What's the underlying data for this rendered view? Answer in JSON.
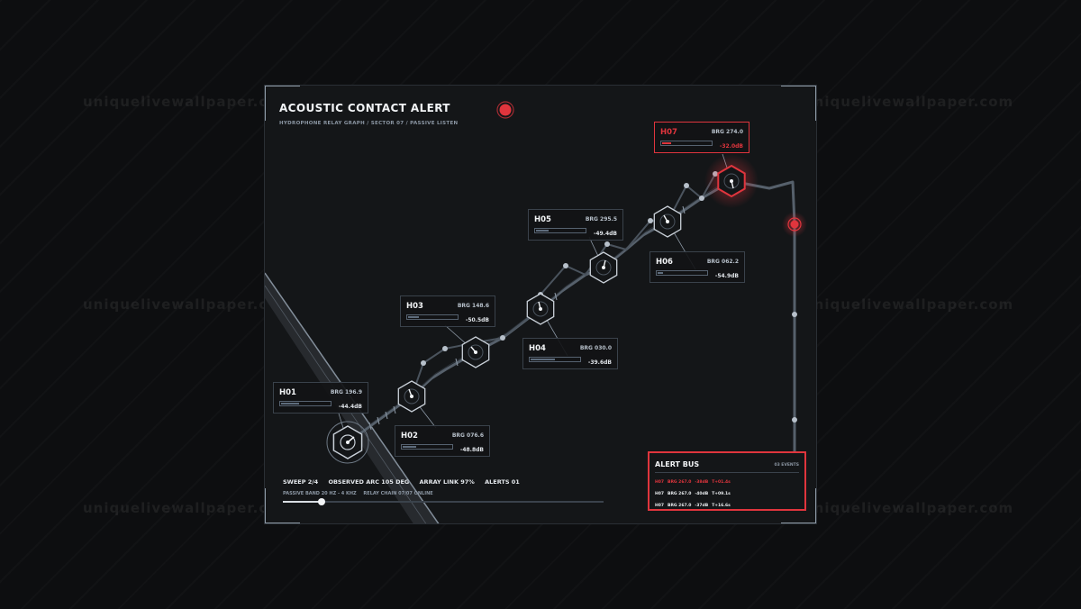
{
  "watermark": "uniquelivewallpaper.com",
  "header": {
    "title": "ACOUSTIC CONTACT ALERT",
    "subtitle": "HYDROPHONE RELAY GRAPH / SECTOR 07 / PASSIVE LISTEN"
  },
  "nodes": [
    {
      "id": "H01",
      "brg": "BRG 196.9",
      "db": "-44.4dB",
      "level": 0.4,
      "alert": false
    },
    {
      "id": "H02",
      "brg": "BRG 076.6",
      "db": "-48.8dB",
      "level": 0.3,
      "alert": false
    },
    {
      "id": "H03",
      "brg": "BRG 148.6",
      "db": "-50.5dB",
      "level": 0.25,
      "alert": false
    },
    {
      "id": "H04",
      "brg": "BRG 030.0",
      "db": "-39.6dB",
      "level": 0.52,
      "alert": false
    },
    {
      "id": "H05",
      "brg": "BRG 295.5",
      "db": "-49.4dB",
      "level": 0.28,
      "alert": false
    },
    {
      "id": "H06",
      "brg": "BRG 062.2",
      "db": "-54.9dB",
      "level": 0.15,
      "alert": false
    },
    {
      "id": "H07",
      "brg": "BRG 274.0",
      "db": "-32.0dB",
      "level": 0.22,
      "alert": true
    }
  ],
  "footer": {
    "stats": [
      "SWEEP 2/4",
      "OBSERVED ARC 105 DEG",
      "ARRAY LINK 97%",
      "ALERTS 01"
    ],
    "sub": [
      "PASSIVE BAND 20 HZ - 4 KHZ",
      "RELAY CHAIN 07/07 ONLINE"
    ],
    "sweep_progress": 0.12
  },
  "alert_bus": {
    "title": "ALERT BUS",
    "count": "03 EVENTS",
    "rows": [
      {
        "node": "H07",
        "brg": "BRG 267.0",
        "db": "-38dB",
        "t": "T+01.4s",
        "alert": true
      },
      {
        "node": "H07",
        "brg": "BRG 267.0",
        "db": "-40dB",
        "t": "T+09.1s",
        "alert": false
      },
      {
        "node": "H07",
        "brg": "BRG 267.0",
        "db": "-37dB",
        "t": "T+16.6s",
        "alert": false
      }
    ]
  },
  "colors": {
    "accent_red": "#e0353d",
    "node_stroke": "#8e9aa7",
    "panel_bg": "#141618",
    "line": "#56606b"
  },
  "icons": {
    "status": "status-dot-icon",
    "node": "hexagon-dial-icon"
  }
}
